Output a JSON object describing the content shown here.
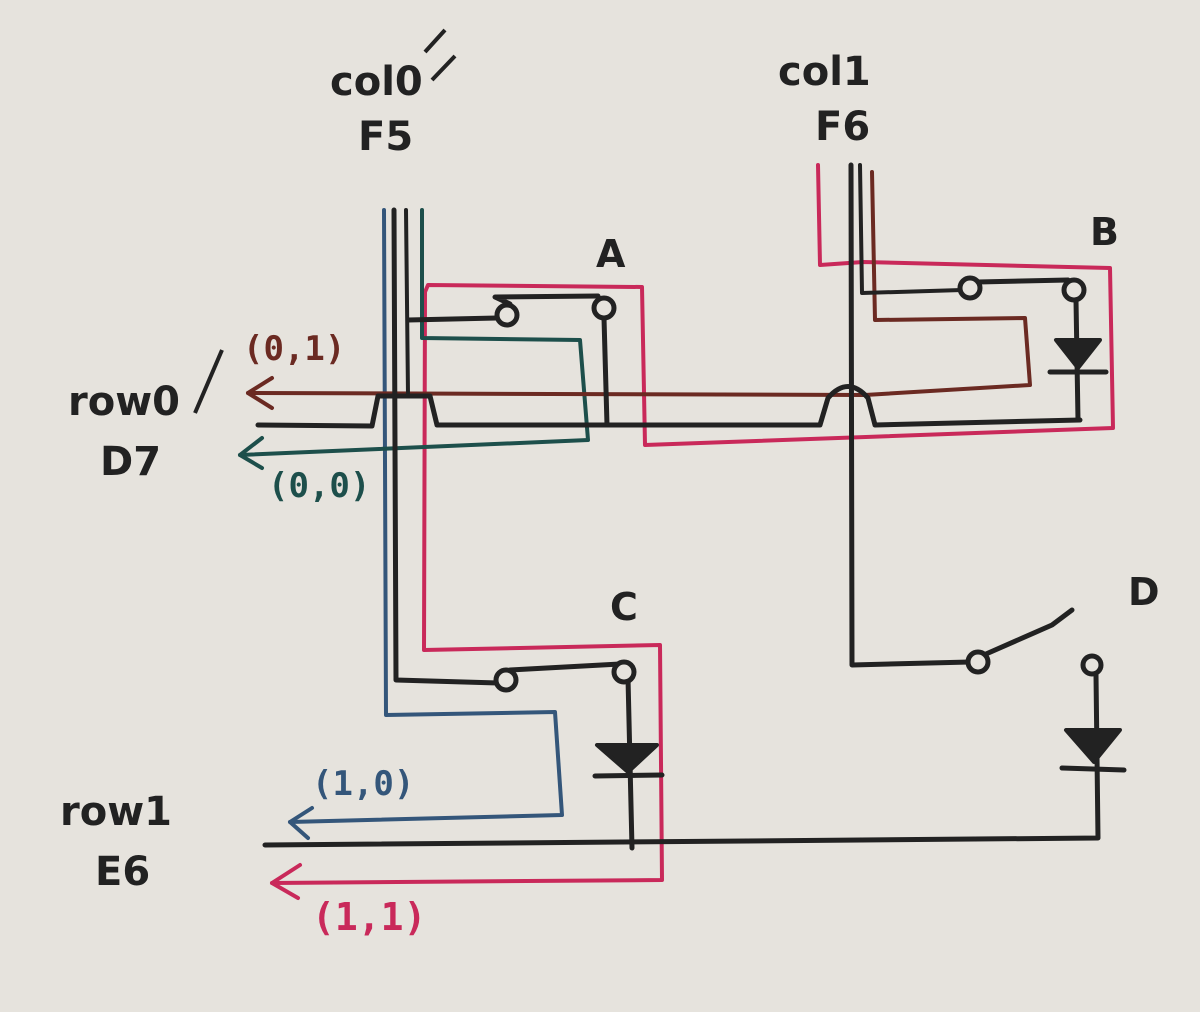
{
  "colors": {
    "paper": "#e6e3dd",
    "ink_black": "#222222",
    "ink_red": "#c9295a",
    "ink_brown": "#6b2a22",
    "ink_teal": "#1d4f4b",
    "ink_blue": "#34567a"
  },
  "columns": {
    "col0": {
      "name": "col0",
      "pin": "F5"
    },
    "col1": {
      "name": "col1",
      "pin": "F6"
    }
  },
  "rows": {
    "row0": {
      "name": "row0",
      "pin": "D7"
    },
    "row1": {
      "name": "row1",
      "pin": "E6"
    }
  },
  "switches": {
    "a": "A",
    "b": "B",
    "c": "C",
    "d": "D"
  },
  "paths": {
    "p01": "(0,1)",
    "p00": "(0,0)",
    "p10": "(1,0)",
    "p11": "(1,1)"
  }
}
